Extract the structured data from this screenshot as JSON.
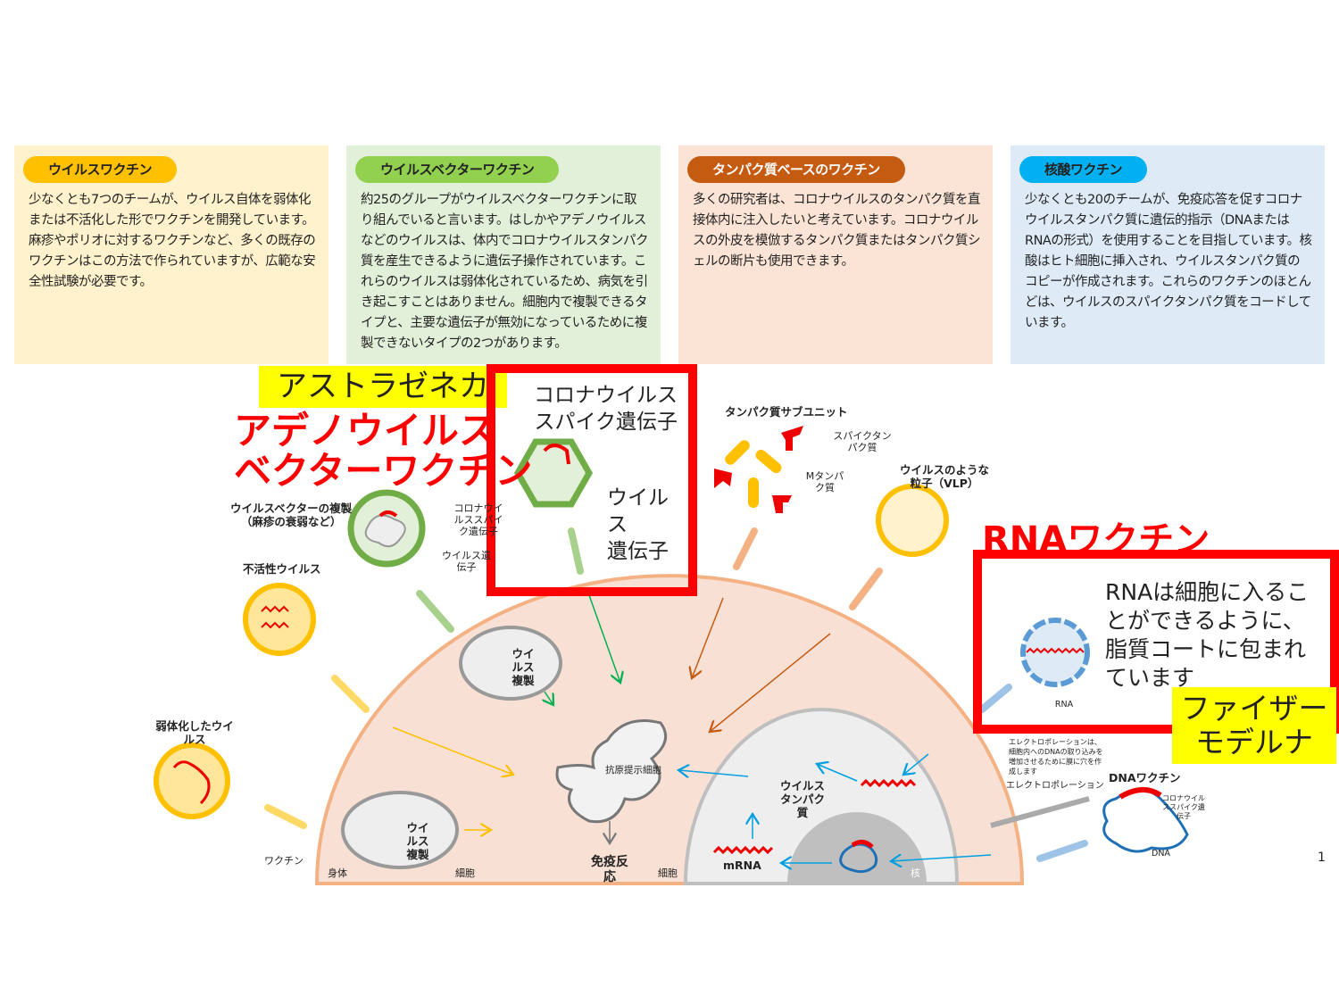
{
  "cards": [
    {
      "title": "ウイルスワクチン",
      "text": "少なくとも7つのチームが、ウイルス自体を弱体化または不活化した形でワクチンを開発しています。麻疹やポリオに対するワクチンなど、多くの既存のワクチンはこの方法で作られていますが、広範な安全性試験が必要です。",
      "bg": "#fff2cc",
      "accent": "#ffc000"
    },
    {
      "title": "ウイルスベクターワクチン",
      "text": "約25のグループがウイルスベクターワクチンに取り組んでいると言います。はしかやアデノウイルスなどのウイルスは、体内でコロナウイルスタンパク質を産生できるように遺伝子操作されています。これらのウイルスは弱体化されているため、病気を引き起こすことはありません。細胞内で複製できるタイプと、主要な遺伝子が無効になっているために複製できないタイプの2つがあります。",
      "bg": "#e2efd9",
      "accent": "#92d050"
    },
    {
      "title": "タンパク質ベースのワクチン",
      "text": "多くの研究者は、コロナウイルスのタンパク質を直接体内に注入したいと考えています。コロナウイルスの外皮を模倣するタンパク質またはタンパク質シェルの断片も使用できます。",
      "bg": "#fbe4d5",
      "accent": "#c55a11"
    },
    {
      "title": "核酸ワクチン",
      "text": "少なくとも20のチームが、免疫応答を促すコロナウイルスタンパク質に遺伝的指示（DNAまたはRNAの形式）を使用することを目指しています。核酸はヒト細胞に挿入され、ウイルスタンパク質のコピーが作成されます。これらのワクチンのほとんどは、ウイルスのスパイクタンパク質をコードしています。",
      "bg": "#deebf7",
      "accent": "#00b0f0"
    }
  ],
  "annotations": {
    "astrazeneca": "アストラゼネカ",
    "adeno_line1": "アデノウイルス",
    "adeno_line2": "ベクターワクチン",
    "adeno_box_l1": "コロナウイルス",
    "adeno_box_l2": "スパイク遺伝子",
    "adeno_box_l3": "ウイルス",
    "adeno_box_l4": "遺伝子",
    "rna_title": "RNAワクチン",
    "rna_box_text": "RNAは細胞に入ることができるように、脂質コートに包まれています",
    "pfizer_l1": "ファイザー",
    "pfizer_l2": "モデルナ"
  },
  "labels": {
    "vector_rep": "ウイルスベクターの複製",
    "vector_rep2": "（麻疹の衰弱など）",
    "corona_spike_gene": "コロナウイルススパイク遺伝子",
    "virus_gene": "ウイルス遺伝子",
    "inactivated": "不活性ウイルス",
    "weakened": "弱体化したウイルス",
    "vaccine": "ワクチン",
    "body": "身体",
    "cell": "細胞",
    "virus_rep": "ウイルス複製",
    "virus_rep2": "ウイルス複製",
    "apc": "抗原提示細胞",
    "immune": "免疫反応",
    "protein_subunit": "タンパク質サブユニット",
    "spike_protein": "スパイクタンパク質",
    "m_protein": "Mタンパク質",
    "vlp": "ウイルスのような粒子（VLP）",
    "virus_protein": "ウイルスタンパク質",
    "mrna": "mRNA",
    "nucleus": "核",
    "rna": "RNA",
    "electro_note": "エレクトロポレーションは、細胞内へのDNAの取り込みを増加させるために膜に穴を作成します",
    "electroporation": "エレクトロポレーション",
    "dna_vaccine": "DNAワクチン",
    "dna_spike": "コロナウイルススパイク遺伝子",
    "dna": "DNA"
  },
  "page_number": "1"
}
